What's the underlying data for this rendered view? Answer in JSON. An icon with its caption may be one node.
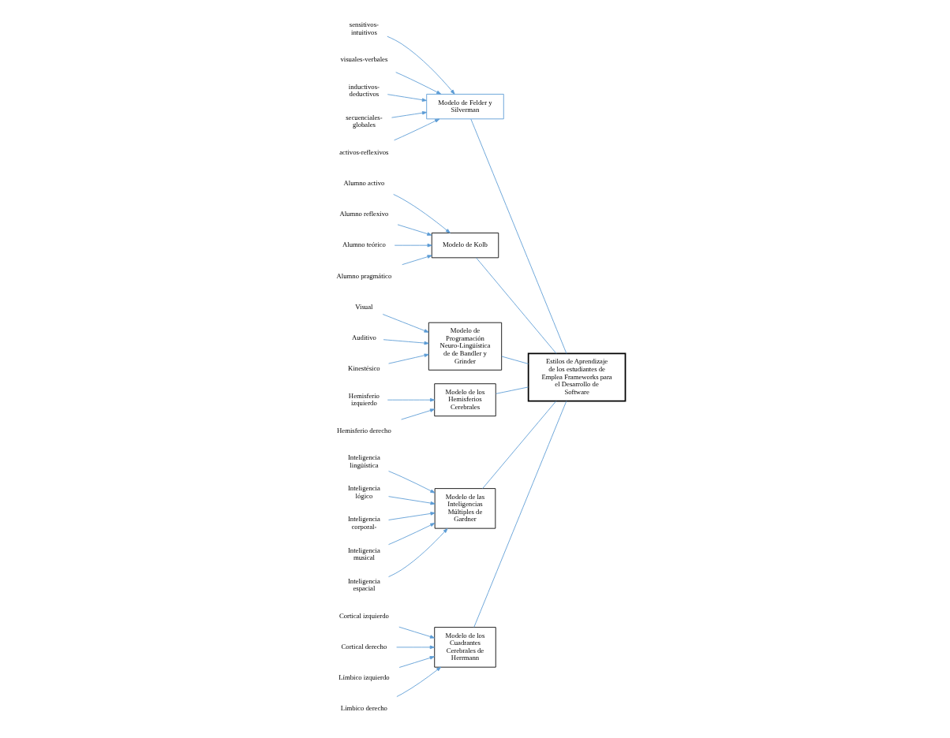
{
  "diagram": {
    "nodes": [
      {
        "text": [
          "Modelo de los Cuadrantes Cerebrales de Herrmann"
        ]
      },
      {
        "text": [
          "Modelo de Felder y Silverman"
        ]
      },
      {
        "text": [
          "Modelo de Kolb"
        ]
      },
      {
        "text": [
          "Cortical izquierdo"
        ]
      },
      {
        "text": [
          "Cortical derecho"
        ]
      },
      {
        "text": [
          "Límbico izquierdo"
        ]
      },
      {
        "text": [
          "Límbico derecho"
        ]
      },
      {
        "text": [
          "sensitivos-intuitivos"
        ]
      },
      {
        "text": [
          "visuales-verbales"
        ]
      },
      {
        "text": [
          "inductivos-deductivos"
        ]
      },
      {
        "text": [
          "secuenciales-globales"
        ]
      },
      {
        "text": [
          "activos-reflexivos"
        ]
      },
      {
        "text": [
          "Alumno activo"
        ]
      },
      {
        "text": [
          "Alumno reflexivo"
        ]
      },
      {
        "text": [
          "Alumno teórico"
        ]
      },
      {
        "text": [
          "Alumno pragmático"
        ]
      },
      {
        "text": [
          "Estilos de Aprendizaje de los estudiantes de Emplea Frameworks para el Desarrollo de Software"
        ]
      },
      {
        "text": [
          "Visual"
        ]
      },
      {
        "text": [
          "Auditivo"
        ]
      },
      {
        "text": [
          "Kinestésico"
        ]
      },
      {
        "text": [
          "Hemisferio izquierdo"
        ]
      },
      {
        "text": [
          "Hemisferio derecho"
        ]
      },
      {
        "text": [
          "Inteligencia lingüística"
        ]
      },
      {
        "text": [
          "Inteligencia lógico"
        ]
      },
      {
        "text": [
          "Inteligencia corporal-"
        ]
      },
      {
        "text": [
          "Inteligencia musical"
        ]
      },
      {
        "text": [
          "Inteligencia espacial"
        ]
      },
      {
        "text": [
          "Modelo de Programación Neuro-Lingüística de de Bandler y Grinder"
        ]
      },
      {
        "text": [
          "Modelo de los Hemisferios Cerebrales"
        ]
      },
      {
        "text": [
          "Modelo de las Inteligencias Múltiples de Gardner"
        ]
      }
    ],
    "edges": [
      {
        "from": 0,
        "to": 16,
        "arrow": "none"
      },
      {
        "from": 1,
        "to": 16,
        "arrow": "none"
      },
      {
        "from": 2,
        "to": 16,
        "arrow": "none"
      },
      {
        "from": 27,
        "to": 16,
        "arrow": "none"
      },
      {
        "from": 28,
        "to": 16,
        "arrow": "none"
      },
      {
        "from": 29,
        "to": 16,
        "arrow": "none"
      },
      {
        "from": 3,
        "to": 0,
        "arrow": "to"
      },
      {
        "from": 4,
        "to": 0,
        "arrow": "to"
      },
      {
        "from": 5,
        "to": 0,
        "arrow": "to"
      },
      {
        "from": 6,
        "to": 0,
        "arrow": "to"
      },
      {
        "from": 7,
        "to": 1,
        "arrow": "to"
      },
      {
        "from": 8,
        "to": 1,
        "arrow": "to"
      },
      {
        "from": 9,
        "to": 1,
        "arrow": "to"
      },
      {
        "from": 10,
        "to": 1,
        "arrow": "to"
      },
      {
        "from": 11,
        "to": 1,
        "arrow": "to"
      },
      {
        "from": 12,
        "to": 2,
        "arrow": "to"
      },
      {
        "from": 13,
        "to": 2,
        "arrow": "to"
      },
      {
        "from": 14,
        "to": 2,
        "arrow": "to"
      },
      {
        "from": 15,
        "to": 2,
        "arrow": "to"
      },
      {
        "from": 17,
        "to": 27,
        "arrow": "to"
      },
      {
        "from": 18,
        "to": 27,
        "arrow": "to"
      },
      {
        "from": 19,
        "to": 27,
        "arrow": "to"
      },
      {
        "from": 20,
        "to": 28,
        "arrow": "to"
      },
      {
        "from": 21,
        "to": 28,
        "arrow": "to"
      },
      {
        "from": 22,
        "to": 29,
        "arrow": "to"
      },
      {
        "from": 23,
        "to": 29,
        "arrow": "to"
      },
      {
        "from": 24,
        "to": 29,
        "arrow": "to"
      },
      {
        "from": 25,
        "to": 29,
        "arrow": "to"
      },
      {
        "from": 26,
        "to": 29,
        "arrow": "to"
      }
    ]
  }
}
